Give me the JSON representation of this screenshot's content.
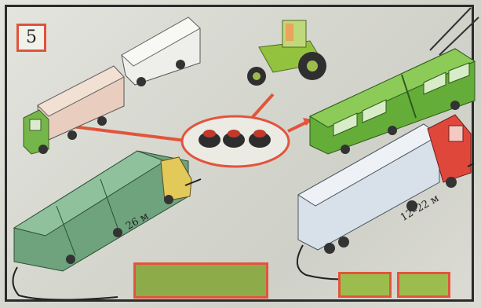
{
  "task_number": "5",
  "lengths": {
    "green_truck": "26 м",
    "red_truck": "12–22 м"
  },
  "answer_slots": {
    "main_slot": "",
    "slot_a": "",
    "slot_b": ""
  },
  "colors": {
    "accent": "#e2543c",
    "green_vehicle": "#6fb33a",
    "slot_fill": "#9cbd4d",
    "border": "#2b2b2b"
  }
}
